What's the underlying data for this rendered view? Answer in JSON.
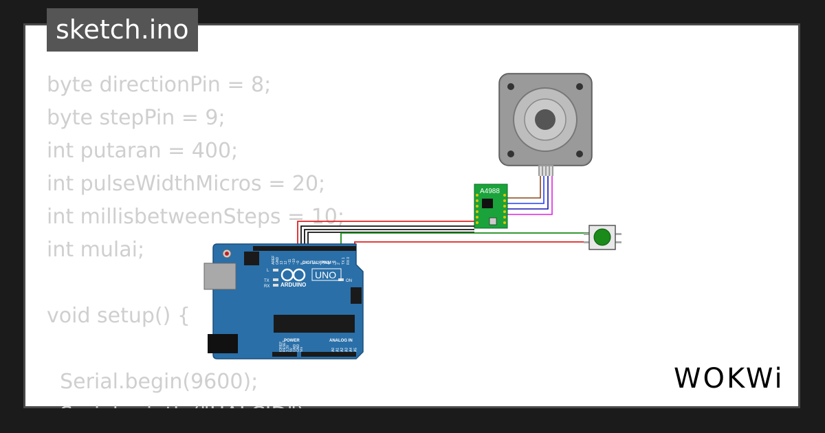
{
  "file_tab": {
    "label": "sketch.ino"
  },
  "code_lines": [
    "byte directionPin = 8;",
    "byte stepPin = 9;",
    "int putaran = 400;",
    "int pulseWidthMicros = 20;",
    "int millisbetweenSteps = 10;",
    "int mulai;",
    "",
    "void setup() {",
    "",
    "  Serial.begin(9600);",
    "  Serial.println(\"HALCID\");"
  ],
  "circuit": {
    "driver_label": "A4988",
    "board_brand": "ARDUINO",
    "board_model": "UNO",
    "on_label": "ON",
    "digital_label": "DIGITAL (PWM ~)",
    "power_label": "POWER",
    "analog_label": "ANALOG IN",
    "led_labels": [
      "L",
      "TX",
      "RX"
    ],
    "power_pins": [
      "IOREF",
      "RESET",
      "3.3V",
      "5V",
      "GND",
      "GND",
      "Vin"
    ],
    "analog_pins": [
      "A0",
      "A1",
      "A2",
      "A3",
      "A4",
      "A5"
    ],
    "digital_left_pins": [
      "AREF",
      "GND",
      "13",
      "12",
      "~11",
      "~10",
      "~9",
      "8"
    ],
    "digital_right_pins": [
      "7",
      "~6",
      "~5",
      "4",
      "~3",
      "2",
      "TX 1",
      "RX 0"
    ],
    "wire_colors": {
      "red": "#e02020",
      "black": "#111111",
      "green": "#1a8a1a",
      "brown": "#8b4513",
      "blue": "#1e3cff",
      "pink": "#e020e0"
    }
  },
  "brand_logo": "WOKWi"
}
